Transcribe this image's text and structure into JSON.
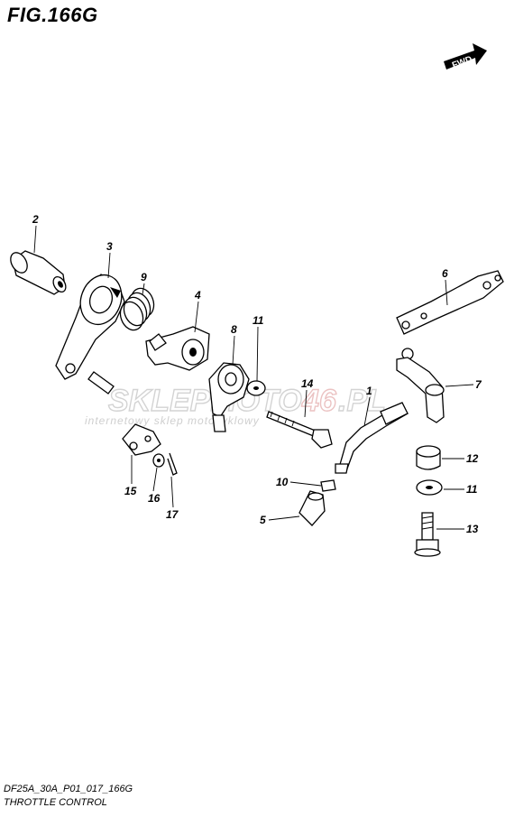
{
  "figure": {
    "title": "FIG.166G",
    "model_code": "DF25A_30A_P01_017_166G",
    "caption": "THROTTLE CONTROL",
    "direction_label": "FWD"
  },
  "watermark": {
    "brand_prefix": "SKLEPMOTO",
    "brand_number": "46",
    "brand_suffix": ".PL",
    "tagline": "internetowy sklep motocyklowy"
  },
  "callouts": [
    {
      "id": "c1",
      "number": "1"
    },
    {
      "id": "c2",
      "number": "2"
    },
    {
      "id": "c3",
      "number": "3"
    },
    {
      "id": "c4",
      "number": "4"
    },
    {
      "id": "c5",
      "number": "5"
    },
    {
      "id": "c6",
      "number": "6"
    },
    {
      "id": "c7",
      "number": "7"
    },
    {
      "id": "c8",
      "number": "8"
    },
    {
      "id": "c9",
      "number": "9"
    },
    {
      "id": "c10",
      "number": "10"
    },
    {
      "id": "c11a",
      "number": "11"
    },
    {
      "id": "c11b",
      "number": "11"
    },
    {
      "id": "c12",
      "number": "12"
    },
    {
      "id": "c13",
      "number": "13"
    },
    {
      "id": "c14",
      "number": "14"
    },
    {
      "id": "c15",
      "number": "15"
    },
    {
      "id": "c16",
      "number": "16"
    },
    {
      "id": "c17",
      "number": "17"
    }
  ],
  "colors": {
    "ink": "#000000",
    "background": "#ffffff",
    "watermark": "#c9c9c9",
    "watermark_accent": "#e7b4b4"
  }
}
